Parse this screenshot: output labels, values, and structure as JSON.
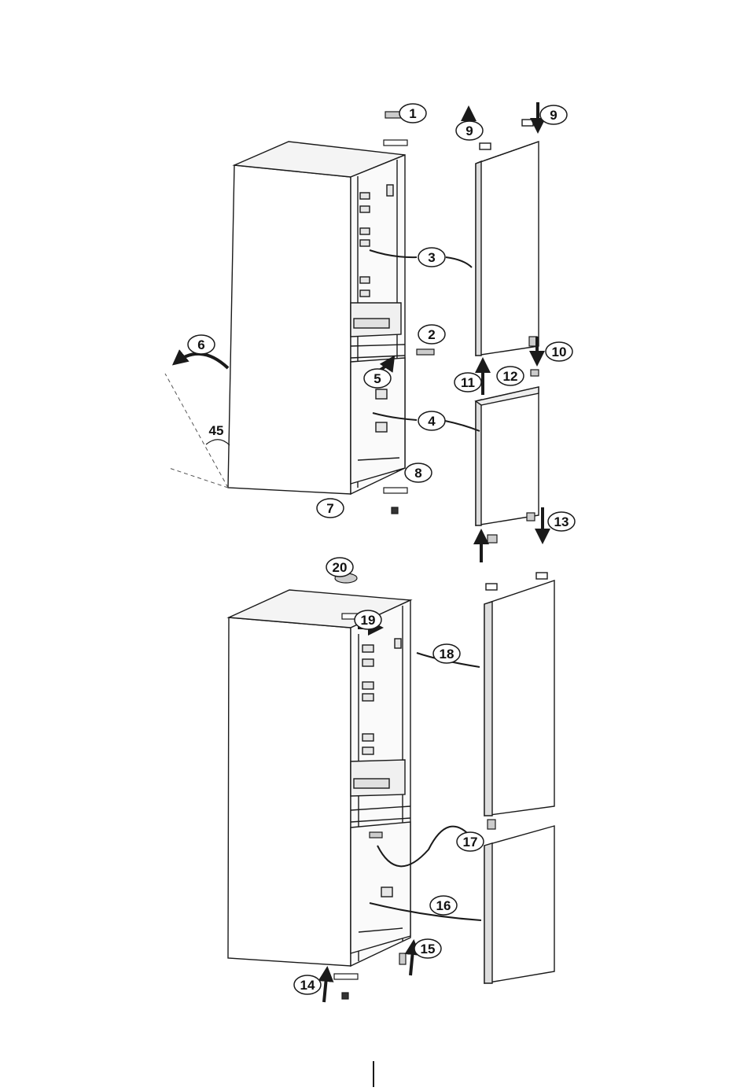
{
  "diagram": {
    "angle_label": "45",
    "callouts": [
      "1",
      "2",
      "3",
      "4",
      "5",
      "6",
      "7",
      "8",
      "9",
      "9",
      "10",
      "11",
      "12",
      "13",
      "14",
      "15",
      "16",
      "17",
      "18",
      "19",
      "20"
    ]
  },
  "colors": {
    "line": "#1a1a1a",
    "fill": "#ffffff",
    "shade": "#d9d9d9",
    "dark": "#333333"
  }
}
